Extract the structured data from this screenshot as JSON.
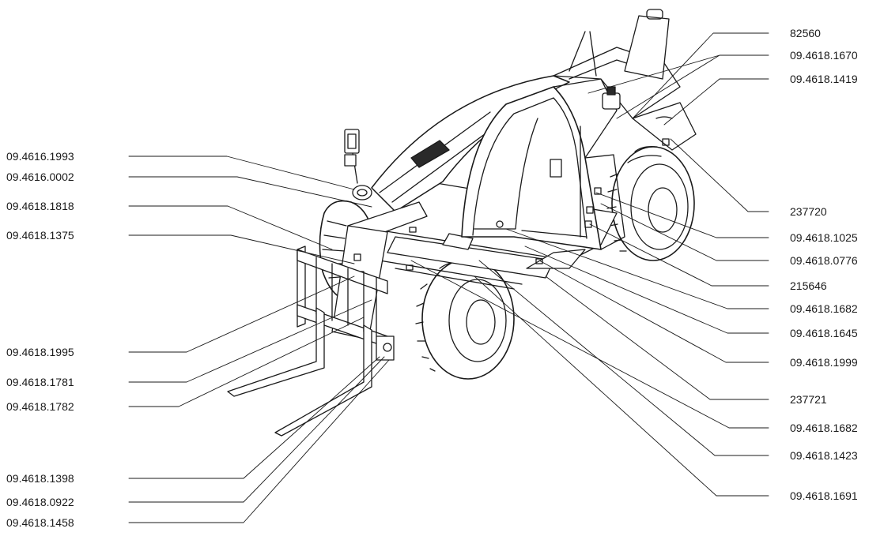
{
  "diagram": {
    "left_labels": [
      "09.4616.1993",
      "09.4616.0002",
      "09.4618.1818",
      "09.4618.1375",
      "09.4618.1995",
      "09.4618.1781",
      "09.4618.1782",
      "09.4618.1398",
      "09.4618.0922",
      "09.4618.1458"
    ],
    "right_labels": [
      "82560",
      "09.4618.1670",
      "09.4618.1419",
      "237720",
      "09.4618.1025",
      "09.4618.0776",
      "215646",
      "09.4618.1682",
      "09.4618.1645",
      "09.4618.1999",
      "237721",
      "09.4618.1682",
      "09.4618.1423",
      "09.4618.1691"
    ]
  }
}
